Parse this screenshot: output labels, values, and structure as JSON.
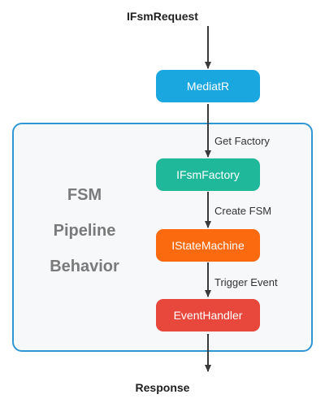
{
  "diagram": {
    "source": "IFsmRequest",
    "sink": "Response",
    "group": {
      "lines": [
        "FSM",
        "Pipeline",
        "Behavior"
      ],
      "border_color": "#2e98d3",
      "fill_color": "#f6f8fa"
    },
    "nodes": [
      {
        "id": "mediatr",
        "label": "MediatR",
        "color": "#1aa7e0"
      },
      {
        "id": "fsm-factory",
        "label": "IFsmFactory",
        "color": "#1fb89a"
      },
      {
        "id": "state-machine",
        "label": "IStateMachine",
        "color": "#fb6a0e"
      },
      {
        "id": "event-handler",
        "label": "EventHandler",
        "color": "#e8473c"
      }
    ],
    "edges": [
      {
        "from": "source",
        "to": "mediatr",
        "label": ""
      },
      {
        "from": "mediatr",
        "to": "fsm-factory",
        "label": "Get Factory"
      },
      {
        "from": "fsm-factory",
        "to": "state-machine",
        "label": "Create FSM"
      },
      {
        "from": "state-machine",
        "to": "event-handler",
        "label": "Trigger Event"
      },
      {
        "from": "event-handler",
        "to": "sink",
        "label": ""
      }
    ]
  }
}
